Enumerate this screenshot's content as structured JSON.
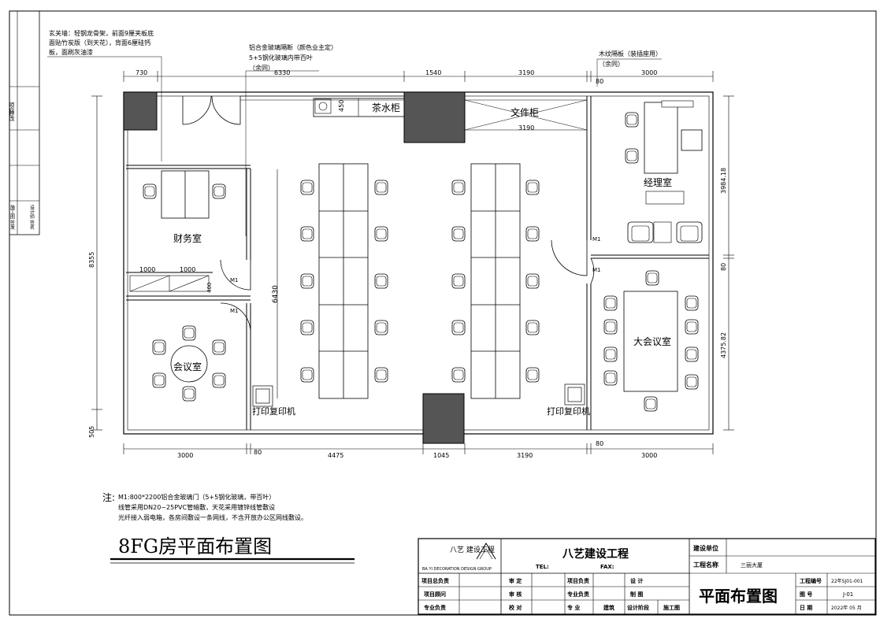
{
  "sheet": {
    "drawing_title": "8FG房平面布置图",
    "side_block": {
      "c1": "项目",
      "c2": "修改",
      "c3": "施工图\n签发",
      "c4": "设计师\n签名"
    }
  },
  "annotations": {
    "entrance_wall": [
      "玄关墙：轻钢龙骨架，前面9厘夹板底",
      "面贴竹炭版（到天花），背面6厘硅钙",
      "板，面刷灰油漆"
    ],
    "glass_partition": [
      "铝合金玻璃隔断（颜色业主定）",
      "5+5钢化玻璃内带百叶",
      "（余同）"
    ],
    "wood_partition": [
      "木纹隔板（装插座用）",
      "（余同）"
    ]
  },
  "rooms": {
    "finance": "财务室",
    "meeting": "会议室",
    "manager": "经理室",
    "big_meeting": "大会议室",
    "tea_cabinet": "茶水柜",
    "file_cabinet": "文件柜",
    "printer_left": "打印复印机",
    "printer_right": "打印复印机",
    "door_m1": "M1"
  },
  "dimensions": {
    "top": [
      "730",
      "6330",
      "1540",
      "3190",
      "80",
      "3000"
    ],
    "bottom": [
      "3000",
      "80",
      "4475",
      "1045",
      "3190",
      "80",
      "3000"
    ],
    "left_total": "8355",
    "left_small": "505",
    "inner": {
      "d450": "450",
      "d3190": "3190",
      "d1000a": "1000",
      "d1000b": "1000",
      "d400": "400",
      "d6430": "6430",
      "d80": "80"
    },
    "right": [
      "3984.18",
      "4375.82"
    ]
  },
  "notes": {
    "label": "注:",
    "lines": [
      "M1:800*2200铝合金玻璃门（5+5钢化玻璃，带百叶）",
      "线管采用DN20~25PVC管暗敷，天花采用镀锌线管敷设",
      "光纤接入弱电箱，各房间敷设一条网线，不含开放办公区网线敷设。"
    ]
  },
  "title_block": {
    "logo_name": "八艺\n建设工程",
    "logo_sub": "BA YI DECORATION DESIGN GROUP",
    "company": "八艺建设工程",
    "tel": "TEL:",
    "fax": "FAX:",
    "rows": [
      [
        "项目总负责",
        "审 定",
        "项目负责",
        "设 计"
      ],
      [
        "项目顾问",
        "审 核",
        "专业负责",
        "制 图"
      ],
      [
        "专业负责",
        "校 对",
        "专 业",
        "建筑",
        "设计阶段",
        "施工图"
      ]
    ],
    "build_unit_label": "建设单位",
    "project_name_label": "工程名称",
    "project_name_value": "三丽大厦",
    "drawing_big": "平面布置图",
    "project_no_label": "工程编号",
    "project_no_value": "22年SJ01-001",
    "drawing_no_label": "图 号",
    "drawing_no_value": "J-01",
    "date_label": "日 期",
    "date_value": "2022年 05 月"
  }
}
